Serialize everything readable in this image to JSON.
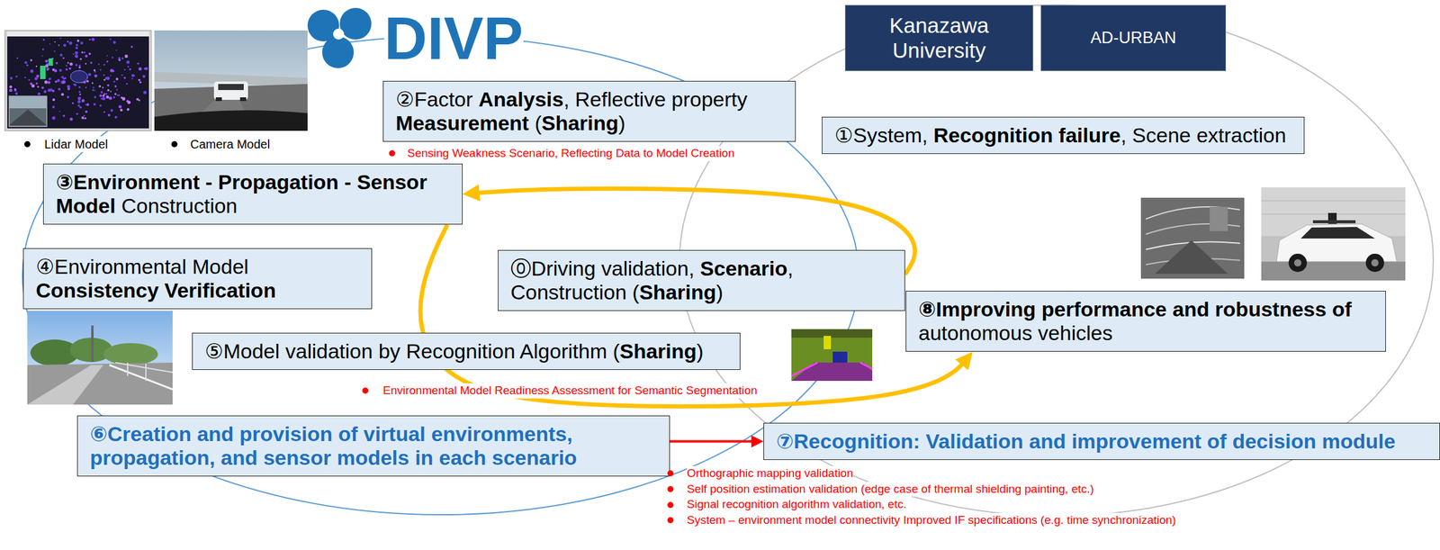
{
  "diagram": {
    "nodes": [
      {
        "text": [
          "Kanazawa University"
        ]
      },
      {
        "text": [
          "AD-URBAN"
        ]
      },
      {
        "text": [
          "②Factor Analysis, Reflective property Measurement (Sharing)"
        ]
      },
      {
        "text": [
          "①System, Recognition failure, Scene extraction"
        ]
      },
      {
        "text": [
          "③Environment - Propagation - Sensor Model Construction"
        ]
      },
      {
        "text": [
          "④Environmental Model Consistency Verification"
        ]
      },
      {
        "text": [
          "⓪Driving validation, Scenario, Construction (Sharing)"
        ]
      },
      {
        "text": [
          "⑧Improving performance and robustness of autonomous vehicles"
        ]
      },
      {
        "text": [
          "⑤Model validation by Recognition Algorithm (Sharing)"
        ]
      },
      {
        "text": [
          "⑥Creation and provision of virtual environments, propagation, and sensor models in each scenario"
        ]
      },
      {
        "text": [
          "⑦Recognition: Validation and improvement of decision module"
        ]
      }
    ],
    "edges": [
      {
        "from": 6,
        "to": 4,
        "arrow": "to"
      },
      {
        "from": 4,
        "to": 7,
        "arrow": "to"
      },
      {
        "from": 9,
        "to": 10,
        "arrow": "to"
      }
    ],
    "labels": [
      "DIVP",
      "Lidar Model",
      "Camera Model",
      "Sensing Weakness Scenario, Reflecting Data to Model Creation",
      "Environmental Model Readiness Assessment for Semantic Segmentation",
      "Orthographic mapping validation",
      "Self position estimation validation (edge case of thermal shielding painting, etc.)",
      "Signal recognition algorithm validation, etc.",
      "System – environment model connectivity Improved IF specifications (e.g. time synchronization)"
    ]
  }
}
